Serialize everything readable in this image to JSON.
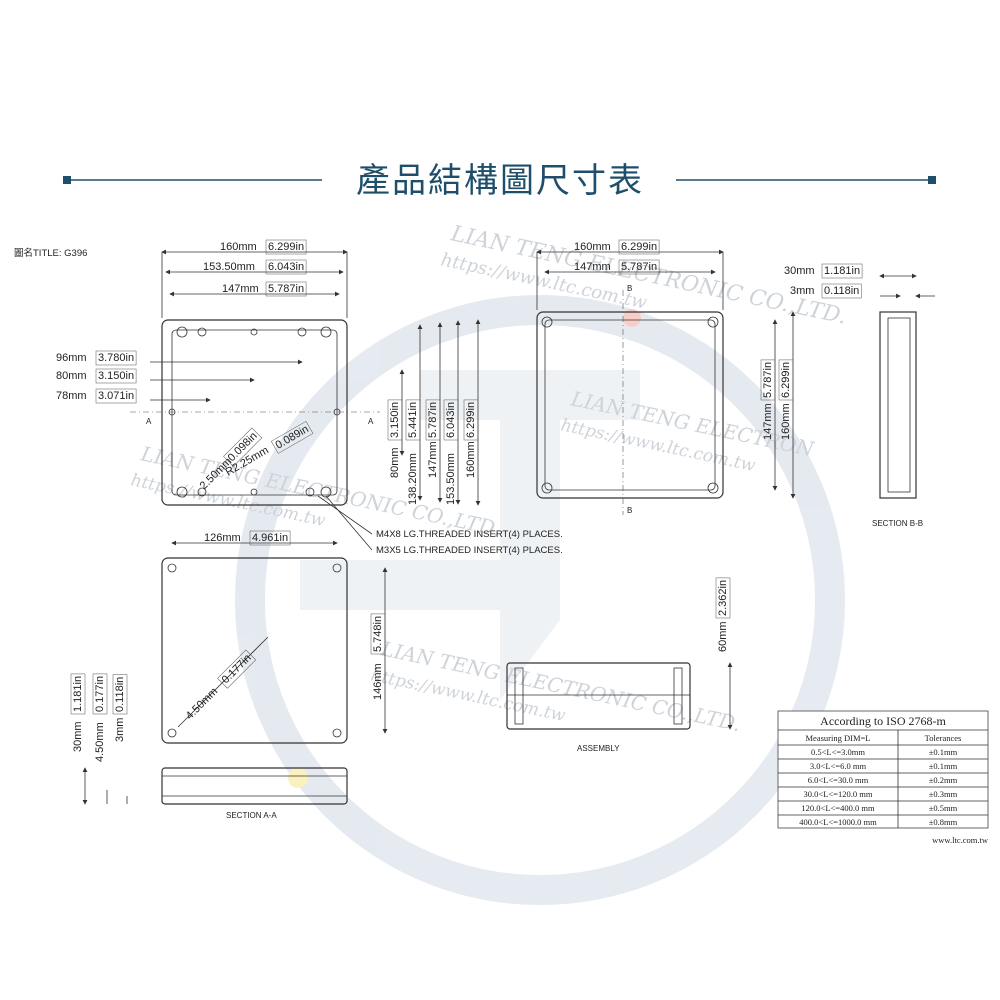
{
  "header": {
    "title": "產品結構圖尺寸表",
    "accent": "#1f4e6b"
  },
  "drawing_title": "圖名TITLE:  G396",
  "watermark": {
    "company": "LIAN TENG ELECTRONIC CO.,LTD.",
    "url": "https://www.ltc.com.tw",
    "company_short": "LIAN TENG ELECTRON"
  },
  "top_view": {
    "w160": "160mm",
    "w160_in": "6.299in",
    "w153": "153.50mm",
    "w153_in": "6.043in",
    "w147": "147mm",
    "w147_in": "5.787in",
    "h96": "96mm",
    "h96_in": "3.780in",
    "h80": "80mm",
    "h80_in": "3.150in",
    "h78": "78mm",
    "h78_in": "3.071in",
    "v80": "80mm",
    "v80_in": "3.150in",
    "v138": "138.20mm",
    "v138_in": "5.441in",
    "v147": "147mm",
    "v147_in": "5.787in",
    "v153": "153.50mm",
    "v153_in": "6.043in",
    "v160": "160mm",
    "v160_in": "6.299in",
    "d250": "2.50mm",
    "d250_in": "0.098in",
    "r225": "R2.25mm",
    "r225_in": "0.089in",
    "sec_a": "A",
    "note1": "M4X8 LG.THREADED INSERT(4) PLACES.",
    "note2": "M3X5 LG.THREADED INSERT(4) PLACES."
  },
  "inner_view": {
    "w160": "160mm",
    "w160_in": "6.299in",
    "w147": "147mm",
    "w147_in": "5.787in",
    "v147": "147mm",
    "v147_in": "5.787in",
    "v160": "160mm",
    "v160_in": "6.299in",
    "sec_b": "B"
  },
  "section_b": {
    "t30": "30mm",
    "t30_in": "1.181in",
    "t3": "3mm",
    "t3_in": "0.118in",
    "label": "SECTION B-B"
  },
  "lid_view": {
    "w126": "126mm",
    "w126_in": "4.961in",
    "v146": "146mm",
    "v146_in": "5.748in",
    "d450": "4.50mm",
    "d450_in": "0.177in"
  },
  "section_a": {
    "h30": "30mm",
    "h30_in": "1.181in",
    "h450": "4.50mm",
    "h450_in": "0.177in",
    "h3": "3mm",
    "h3_in": "0.118in",
    "label": "SECTION A-A"
  },
  "assembly": {
    "h60": "60mm",
    "h60_in": "2.362in",
    "label": "ASSEMBLY"
  },
  "tolerance_table": {
    "title": "According to ISO 2768-m",
    "col1": "Measuring  DIM=L",
    "col2": "Tolerances",
    "rows": [
      [
        "0.5<L<=3.0mm",
        "±0.1mm"
      ],
      [
        "3.0<L<=6.0 mm",
        "±0.1mm"
      ],
      [
        "6.0<L<=30.0 mm",
        "±0.2mm"
      ],
      [
        "30.0<L<=120.0 mm",
        "±0.3mm"
      ],
      [
        "120.0<L<=400.0 mm",
        "±0.5mm"
      ],
      [
        "400.0<L<=1000.0 mm",
        "±0.8mm"
      ]
    ],
    "site": "www.ltc.com.tw"
  }
}
